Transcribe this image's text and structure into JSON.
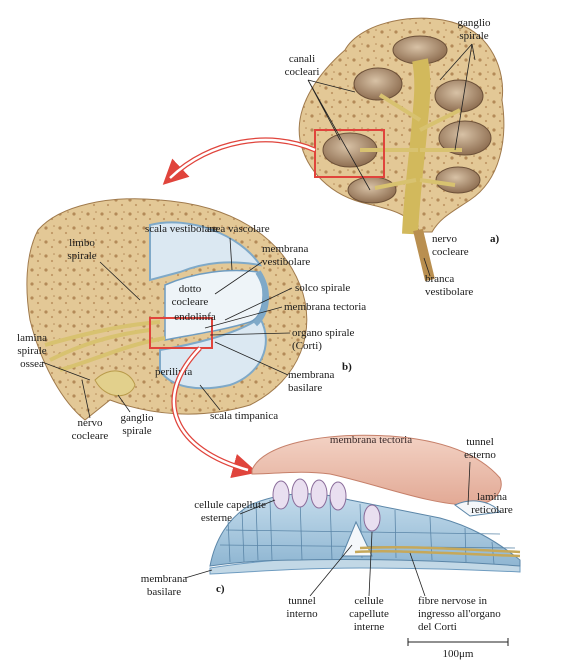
{
  "panels": {
    "a": "a)",
    "b": "b)",
    "c": "c)"
  },
  "labels_a": {
    "canali_1": "canali",
    "canali_2": "cocleari",
    "ganglio_1": "ganglio",
    "ganglio_2": "spirale",
    "nervo_1": "nervo",
    "nervo_2": "cocleare",
    "branca_1": "branca",
    "branca_2": "vestibolare"
  },
  "labels_b": {
    "scala_vest": "scala vestibolare",
    "area_vasc": "area vascolare",
    "membrana_vest_1": "membrana",
    "membrana_vest_2": "vestibolare",
    "limbo_1": "limbo",
    "limbo_2": "spirale",
    "dotto_1": "dotto",
    "dotto_2": "cocleare",
    "endolinfa": "endolinfa",
    "solco": "solco spirale",
    "membrana_tect": "membrana tectoria",
    "organo_1": "organo spirale",
    "organo_2": "(Corti)",
    "lamina_1": "lamina",
    "lamina_2": "spirale",
    "lamina_3": "ossea",
    "perilinfa": "perilinfa",
    "membrana_bas_1": "membrana",
    "membrana_bas_2": "basilare",
    "scala_timp": "scala timpanica",
    "nervo_1": "nervo",
    "nervo_2": "cocleare",
    "ganglio_1": "ganglio",
    "ganglio_2": "spirale"
  },
  "labels_c": {
    "membrana_tect": "membrana tectoria",
    "tunnel_est_1": "tunnel",
    "tunnel_est_2": "esterno",
    "lamina_ret_1": "lamina",
    "lamina_ret_2": "reticolare",
    "cellule_est_1": "cellule capellute",
    "cellule_est_2": "esterne",
    "membrana_bas_1": "membrana",
    "membrana_bas_2": "basilare",
    "tunnel_int_1": "tunnel",
    "tunnel_int_2": "interno",
    "cellule_int_1": "cellule",
    "cellule_int_2": "capellute",
    "cellule_int_3": "interne",
    "fibre_1": "fibre nervose in",
    "fibre_2": "ingresso all'organo",
    "fibre_3": "del Corti",
    "scale": "100μm"
  },
  "colors": {
    "bone": "#e3c896",
    "bone_dark": "#b48a58",
    "canal": "#b99a78",
    "fluid_blue": "#dbe8f2",
    "membrane_blue": "#9fc3dc",
    "nerve": "#e6d27e",
    "tectorial": "#efc6b6",
    "arrow_red": "#e0443c",
    "cell_blue": "#a9c9e0"
  }
}
